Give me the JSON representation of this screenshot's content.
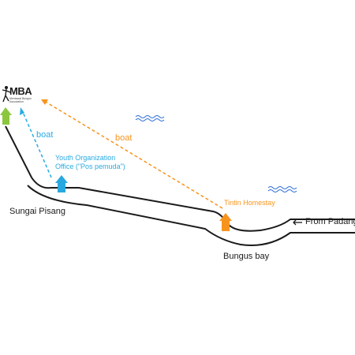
{
  "logo": {
    "text": "MBA",
    "subtext": "Mentawai Bungus Association",
    "icon": "dancer-figure-icon"
  },
  "places": {
    "sungai_pisang": "Sungai Pisang",
    "bungus_bay": "Bungus bay",
    "from_padang": "From Padang",
    "youth_org_line1": "Youth Organization",
    "youth_org_line2": "Office (\"Pos pemuda\")",
    "tintin": "Tintin Homestay"
  },
  "routes": {
    "boat_blue": "boat",
    "boat_orange": "boat"
  },
  "icons": {
    "arrow_left": "arrow-left-icon",
    "water": "water-waves-icon",
    "marker": "up-arrow-marker-icon"
  },
  "colors": {
    "green_marker": "#8cc63f",
    "blue_marker": "#29a8e0",
    "orange_marker": "#f7941d",
    "blue_route": "#29abe2",
    "orange_route": "#f7941d",
    "coast_line": "#1a1a1a",
    "waves": "#2e6fd6"
  }
}
